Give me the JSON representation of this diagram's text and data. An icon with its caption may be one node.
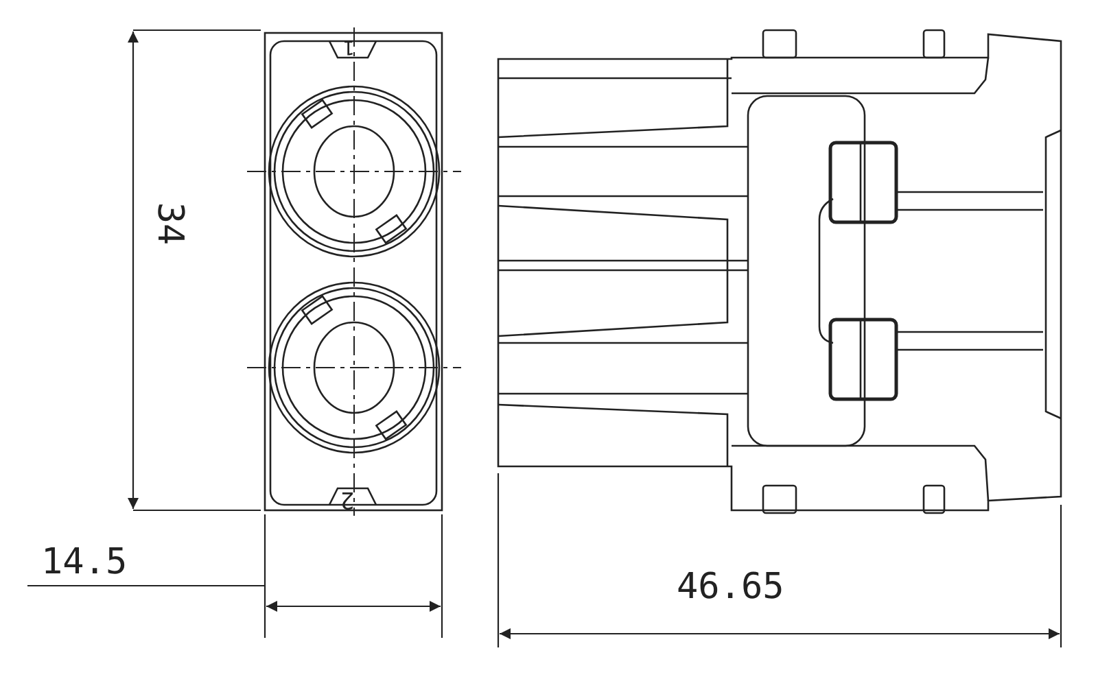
{
  "diagram": {
    "labels": [
      "1",
      "34",
      "2",
      "14.5",
      "46.65"
    ]
  }
}
